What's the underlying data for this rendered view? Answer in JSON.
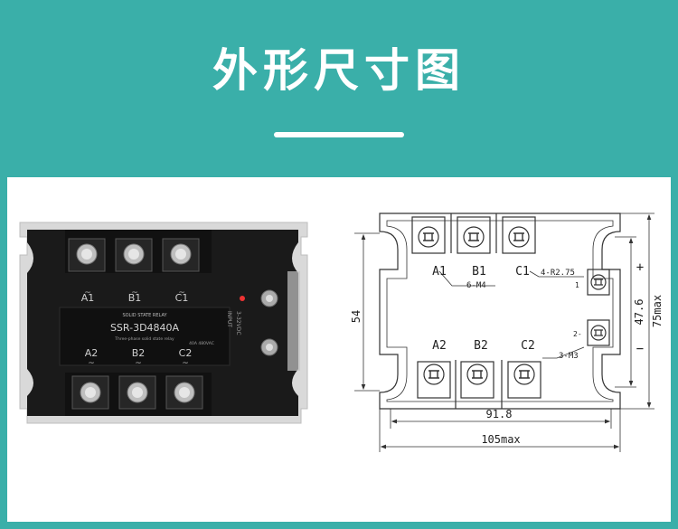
{
  "title": "外形尺寸图",
  "relay": {
    "top_labels": [
      "A1",
      "B1",
      "C1"
    ],
    "bottom_labels": [
      "A2",
      "B2",
      "C2"
    ],
    "tilde": "~",
    "header_text": "SOLID STATE RELAY",
    "model": "SSR-3D4840A",
    "subtitle": "Three-phase solid state relay",
    "rating": "40A  480VAC",
    "input_label": "INPUT",
    "input_voltage": "3-32VDC"
  },
  "drawing": {
    "top_labels": [
      "A1",
      "B1",
      "C1"
    ],
    "bottom_labels": [
      "A2",
      "B2",
      "C2"
    ],
    "screw_top": "6-M4",
    "corner_radius": "4-R2.75",
    "screw_side": "3-M3",
    "pin1": "1",
    "pin2": "2-",
    "plus": "+",
    "minus": "−",
    "dim_left": "54",
    "dim_inner_h": "47.6",
    "dim_outer_h": "75max",
    "dim_inner_w": "91.8",
    "dim_outer_w": "105max"
  }
}
